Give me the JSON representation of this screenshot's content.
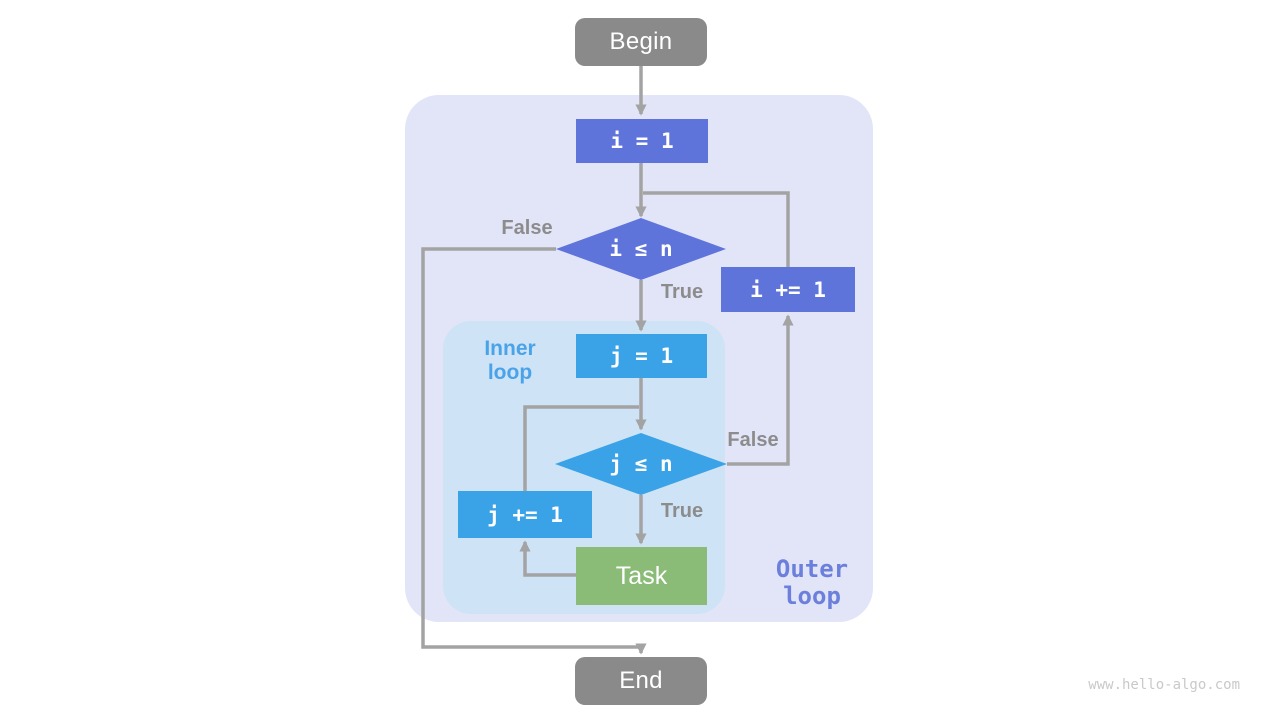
{
  "watermark": "www.hello-algo.com",
  "nodes": {
    "begin": "Begin",
    "init_i": "i = 1",
    "cond_i": "i ≤ n",
    "incr_i": "i += 1",
    "init_j": "j = 1",
    "cond_j": "j ≤ n",
    "incr_j": "j += 1",
    "task": "Task",
    "end": "End"
  },
  "edge_labels": {
    "outer_false": "False",
    "outer_true": "True",
    "inner_false": "False",
    "inner_true": "True"
  },
  "region_labels": {
    "inner_loop_line1": "Inner",
    "inner_loop_line2": "loop",
    "outer_loop_line1": "Outer",
    "outer_loop_line2": "loop"
  },
  "colors": {
    "outer_region_bg": "#e2e5f8",
    "inner_region_bg": "#cee3f6",
    "terminal_node": "#8a8a8a",
    "outer_loop_node": "#5f74da",
    "inner_loop_node": "#3aa2e6",
    "task_node": "#8abc78",
    "connector": "#a3a3a3",
    "edge_label_text": "#8c8c8c",
    "inner_label_text": "#4aa3e8",
    "outer_label_text": "#6b7fdb",
    "watermark_text": "#c9c9c9"
  }
}
